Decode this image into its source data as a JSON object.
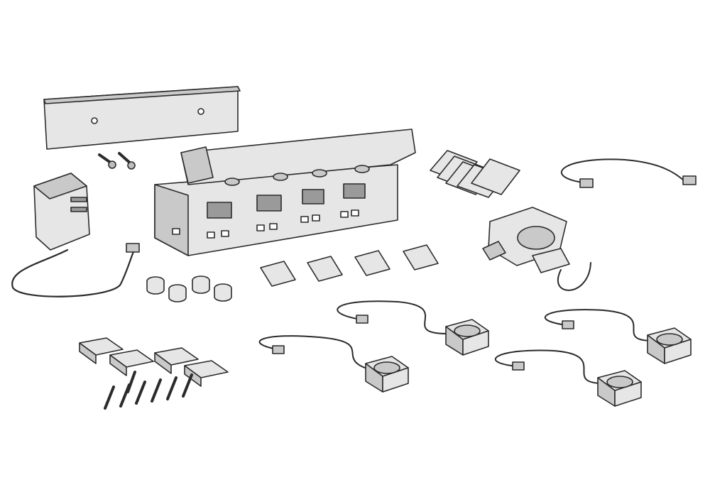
{
  "colors": {
    "background": "#ffffff",
    "outline": "#2b2b2b",
    "fill_light": "#e6e6e6",
    "fill_mid": "#c9c9c9",
    "fill_dark": "#9a9a9a"
  },
  "components": [
    "mounting-plate",
    "wall-screws",
    "power-adapter",
    "hub-box",
    "rubber-feet",
    "micro-sd-cards",
    "sim-cards",
    "network-cable",
    "usb-card-reader",
    "sensor-pods",
    "adhesive-pads",
    "mounting-screws"
  ]
}
